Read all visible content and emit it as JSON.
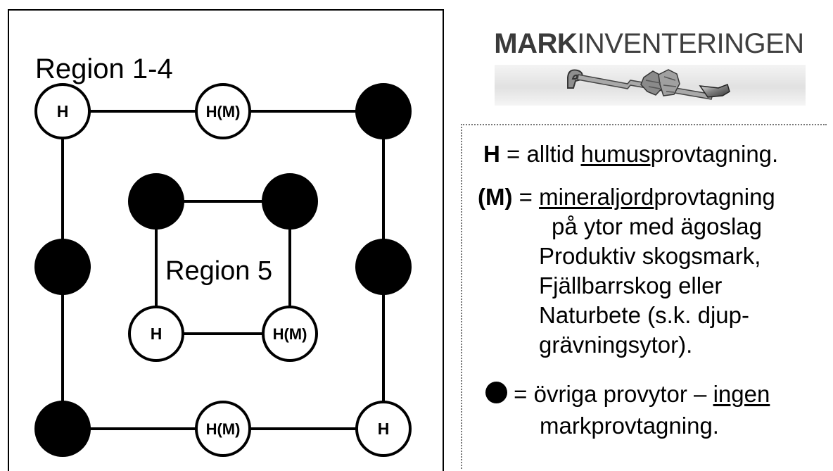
{
  "diagram": {
    "labels": {
      "outer_region": "Region 1-4",
      "inner_region": "Region 5"
    },
    "outer_plots": [
      {
        "id": "outer-top-left",
        "label": "H",
        "filled": false
      },
      {
        "id": "outer-top-middle",
        "label": "H(M)",
        "filled": false
      },
      {
        "id": "outer-top-right",
        "label": "",
        "filled": true
      },
      {
        "id": "outer-middle-left",
        "label": "",
        "filled": true
      },
      {
        "id": "outer-middle-right",
        "label": "",
        "filled": true
      },
      {
        "id": "outer-bottom-left",
        "label": "",
        "filled": true
      },
      {
        "id": "outer-bottom-middle",
        "label": "H(M)",
        "filled": false
      },
      {
        "id": "outer-bottom-right",
        "label": "H",
        "filled": false
      }
    ],
    "inner_plots": [
      {
        "id": "inner-top-left",
        "label": "",
        "filled": true
      },
      {
        "id": "inner-top-right",
        "label": "",
        "filled": true
      },
      {
        "id": "inner-bottom-left",
        "label": "H",
        "filled": false
      },
      {
        "id": "inner-bottom-right",
        "label": "H(M)",
        "filled": false
      }
    ]
  },
  "logo": {
    "title_bold": "MARK",
    "title_rest": "INVENTERINGEN"
  },
  "legend": {
    "h_key": "H",
    "h_separator": " = alltid ",
    "h_underlined": "humus",
    "h_rest": "provtagning.",
    "m_key": "(M)",
    "m_separator": " = ",
    "m_underlined": "mineraljord",
    "m_rest": "provtagning",
    "m_line2": "på ytor med ägoslag",
    "m_line3": "Produktiv skogsmark,",
    "m_line4": "Fjällbarrskog eller",
    "m_line5": "Naturbete (s.k. djup-",
    "m_line6": "grävningsytor).",
    "dot_separator": " = övriga provytor – ",
    "dot_underlined": "ingen",
    "dot_line2": "markprovtagning."
  }
}
